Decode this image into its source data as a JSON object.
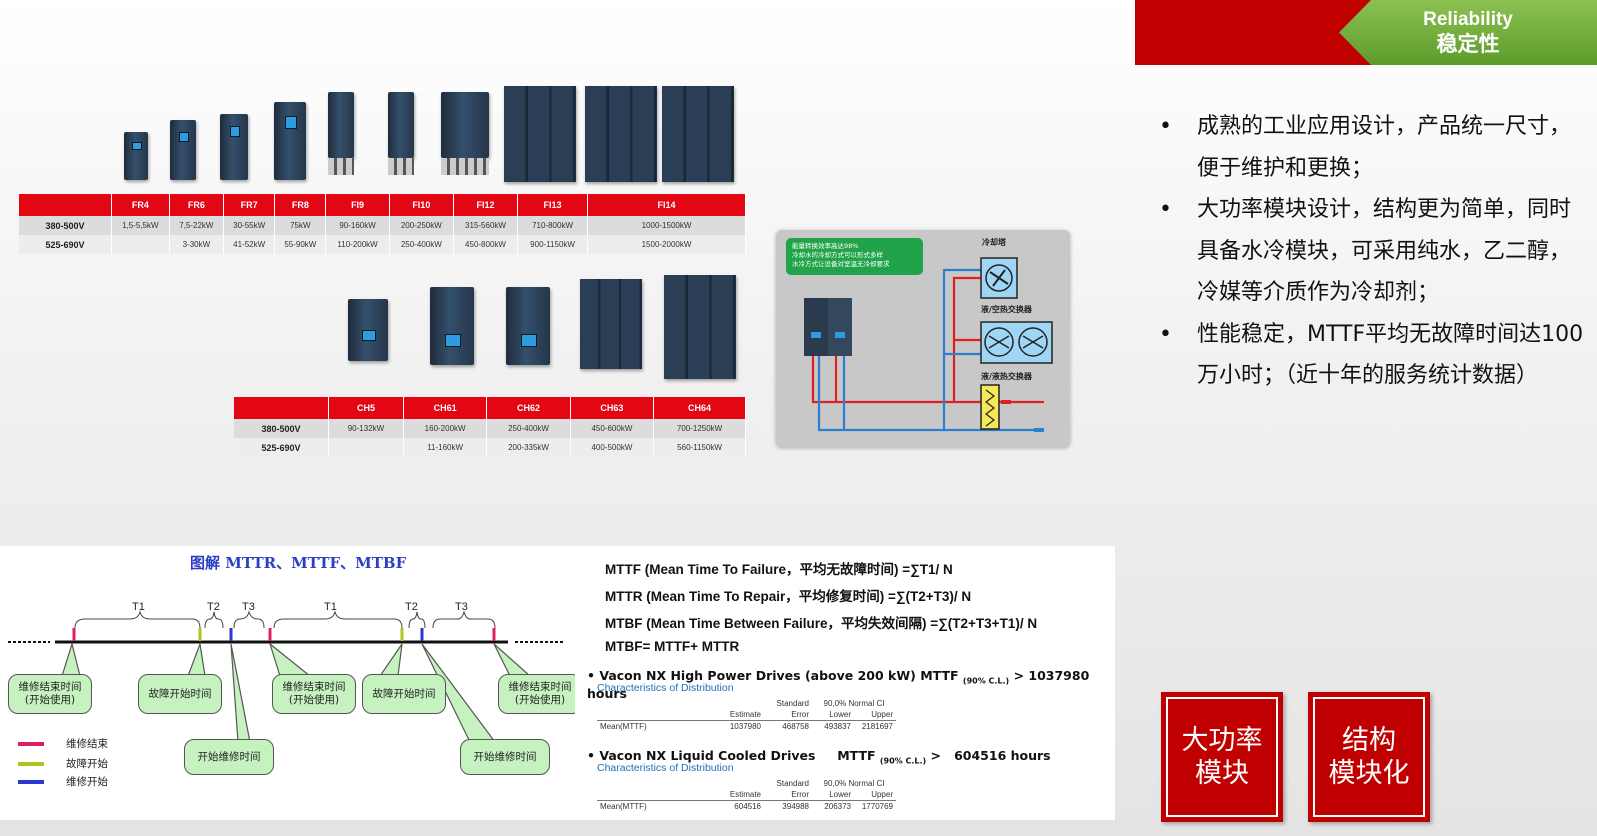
{
  "header": {
    "title_en": "Reliability",
    "title_zh": "稳定性",
    "accent_red": "#c00000",
    "accent_green": "#6aab35"
  },
  "bullets": [
    {
      "text": "成熟的工业应用设计，产品统一尺寸，便于维护和更换；"
    },
    {
      "text": "大功率模块设计，结构更为简单，同时具备水冷模块，可采用纯水，乙二醇，冷媒等介质作为冷却剂；"
    },
    {
      "text": "性能稳定，MTTF平均无故障时间达100万小时；（近十年的服务统计数据）"
    }
  ],
  "air_table": {
    "headers": [
      "",
      "FR4",
      "FR6",
      "FR7",
      "FR8",
      "FI9",
      "FI10",
      "FI12",
      "FI13",
      "FI14"
    ],
    "rows": [
      [
        "380-500V",
        "1,5-5,5kW",
        "7,5-22kW",
        "30-55kW",
        "75kW",
        "90-160kW",
        "200-250kW",
        "315-560kW",
        "710-800kW",
        "1000-1500kW"
      ],
      [
        "525-690V",
        "",
        "3-30kW",
        "41-52kW",
        "55-90kW",
        "110-200kW",
        "250-400kW",
        "450-800kW",
        "900-1150kW",
        "1500-2000kW"
      ]
    ]
  },
  "liquid_table": {
    "headers": [
      "",
      "CH5",
      "CH61",
      "CH62",
      "CH63",
      "CH64"
    ],
    "rows": [
      [
        "380-500V",
        "90-132kW",
        "160-200kW",
        "250-400kW",
        "450-600kW",
        "700-1250kW"
      ],
      [
        "525-690V",
        "",
        "11-160kW",
        "200-335kW",
        "400-500kW",
        "560-1150kW"
      ]
    ]
  },
  "cooling": {
    "note_lines": [
      "能量转换效率高达98%",
      "冷却水的冷却方式可以形式多样",
      "水冷方式让设备对室温无冷却要求"
    ],
    "labels": {
      "tower": "冷却塔",
      "air_hx": "液/空热交换器",
      "liquid_hx": "液/液热交换器"
    }
  },
  "mttr_diagram": {
    "title": "图解 MTTR、MTTF、MTBF",
    "intervals": [
      "T1",
      "T2",
      "T3",
      "T1",
      "T2",
      "T3"
    ],
    "bubbles": {
      "repair_end": "维修结束时间",
      "repair_end_sub": "(开始使用)",
      "failure_start": "故障开始时间",
      "repair_start": "开始维修时间"
    },
    "legend": [
      {
        "label": "维修结束",
        "color": "#e0205a"
      },
      {
        "label": "故障开始",
        "color": "#a8c820"
      },
      {
        "label": "维修开始",
        "color": "#2a3ad0"
      }
    ]
  },
  "formulas": [
    "MTTF (Mean Time To Failure，平均无故障时间) =∑T1/ N",
    "MTTR (Mean Time To Repair，平均修复时间) =∑(T2+T3)/ N",
    "MTBF (Mean Time Between Failure，平均失效间隔) =∑(T2+T3+T1)/ N",
    "MTBF= MTTF+ MTTR"
  ],
  "reliability_stats": [
    {
      "heading": "Vacon NX High Power Drives (above 200 kW) MTTF",
      "cl": "(90% C.L.)",
      "result": "> 1037980 hours",
      "subtitle": "Characteristics of Distribution",
      "col_group": [
        "Standard",
        "90,0% Normal CI"
      ],
      "cols": [
        "",
        "Estimate",
        "Error",
        "Lower",
        "Upper"
      ],
      "row": [
        "Mean(MTTF)",
        "1037980",
        "468758",
        "493837",
        "2181697"
      ]
    },
    {
      "heading": "Vacon NX Liquid Cooled Drives     MTTF",
      "cl": "(90% C.L.)",
      "result": ">   604516 hours",
      "subtitle": "Characteristics of Distribution",
      "col_group": [
        "Standard",
        "90,0% Normal CI"
      ],
      "cols": [
        "",
        "Estimate",
        "Error",
        "Lower",
        "Upper"
      ],
      "row": [
        "Mean(MTTF)",
        "604516",
        "394988",
        "206373",
        "1770769"
      ]
    }
  ],
  "feature_boxes": [
    {
      "line1": "大功率",
      "line2": "模块"
    },
    {
      "line1": "结构",
      "line2": "模块化"
    }
  ]
}
